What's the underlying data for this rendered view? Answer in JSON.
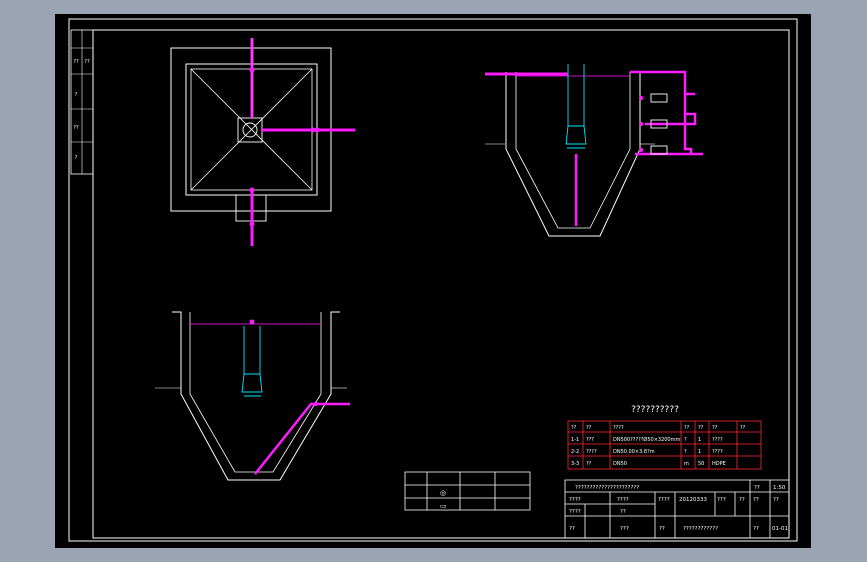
{
  "colors": {
    "background": "#9aa4b2",
    "paper": "#000000",
    "line": "#ffffff",
    "pipe": "#ff1aff",
    "pipe_core": "#ff4cd2",
    "riser": "#00e5ff",
    "table_red": "#ff2a2a"
  },
  "left_strip": {
    "labels": [
      "??",
      "?",
      "??",
      "?",
      "??"
    ]
  },
  "legend": {
    "title": "??????????",
    "header": [
      "??",
      "??",
      "????",
      "??",
      "??",
      "??",
      "??"
    ],
    "rows": [
      [
        "1-1",
        "???",
        "DN500?????Ø50×3200mm",
        "?",
        "1",
        "????",
        ""
      ],
      [
        "2-2",
        "????",
        "DN50.00×3.8?m",
        "?",
        "1",
        "????",
        ""
      ],
      [
        "3-3",
        "??",
        "DN50",
        "m",
        "50",
        "HDPE",
        ""
      ]
    ]
  },
  "small_table": {
    "symbols": [
      "◎",
      "▭"
    ]
  },
  "title_block": {
    "project": "??????????????????????",
    "scale_label": "??",
    "scale_value": "1:50",
    "row2": [
      "????",
      "????",
      "????",
      "20120333",
      "???",
      "??",
      "??",
      "??"
    ],
    "row3": [
      "????",
      "??"
    ],
    "row4": [
      "??",
      "???",
      "??",
      "????????????",
      "??",
      "01-01"
    ]
  }
}
